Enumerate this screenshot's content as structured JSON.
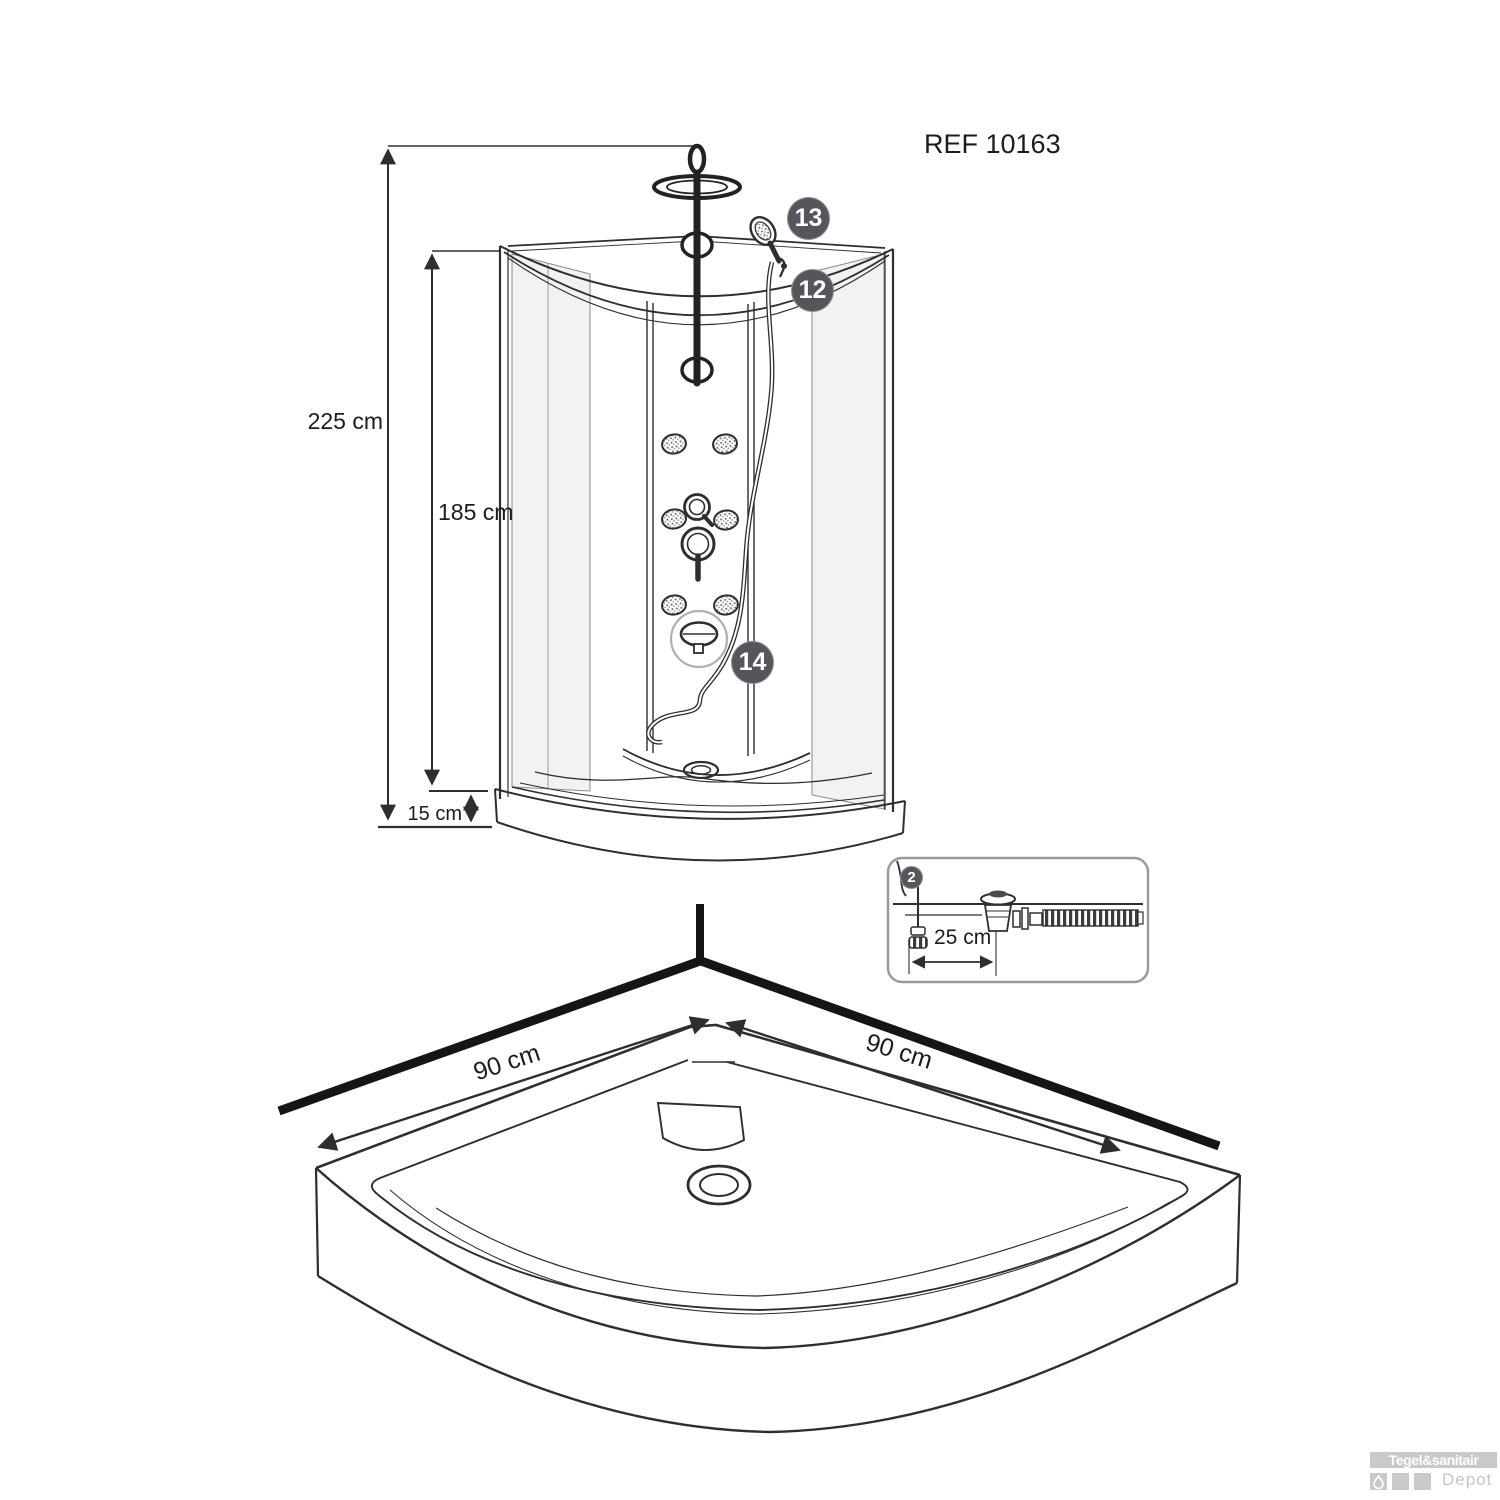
{
  "page": {
    "ref": "REF 10163"
  },
  "dimensions": {
    "total_height": "225 cm",
    "inner_height": "185 cm",
    "tray_height": "15 cm",
    "width_left": "90 cm",
    "width_right": "90 cm",
    "drain_offset": "25 cm"
  },
  "callouts": {
    "c13": "13",
    "c12": "12",
    "c14": "14",
    "c2": "2"
  },
  "watermark": {
    "brand": "Tegel&sanitair",
    "suffix": "Depot"
  },
  "colors": {
    "line": "#2e2e2e",
    "callout_bg": "#54565b",
    "glass": "#f1f2f2",
    "watermark_gray": "#c9c9c9"
  }
}
